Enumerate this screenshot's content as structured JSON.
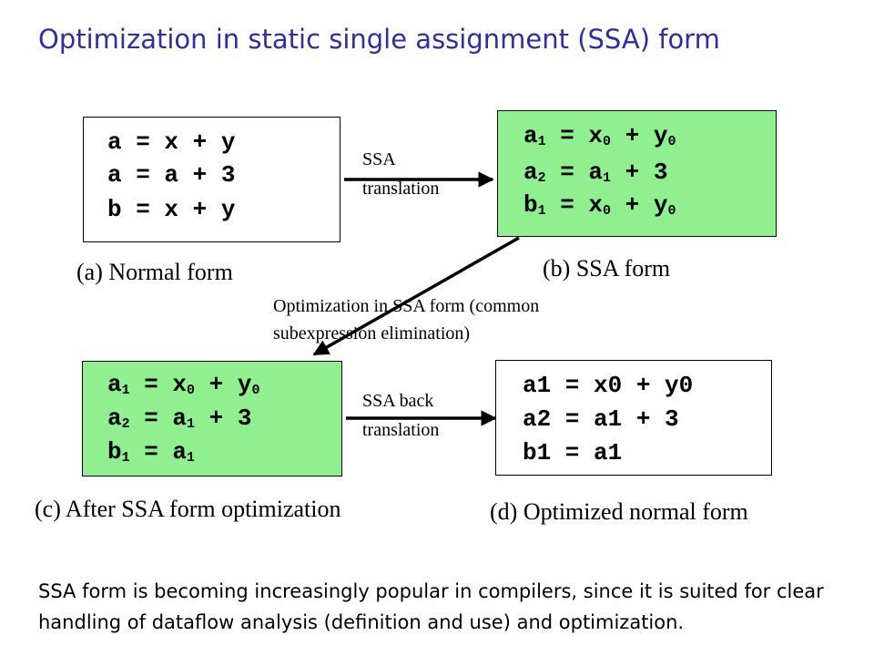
{
  "title": "Optimization in static single assignment (SSA) form",
  "boxes": {
    "a": {
      "caption": "(a) Normal form",
      "lines": [
        "a = x + y",
        "a = a + 3",
        "b = x + y"
      ]
    },
    "b": {
      "caption": "(b) SSA form",
      "lines": [
        [
          {
            "t": "a"
          },
          {
            "s": "1"
          },
          {
            "t": " = x"
          },
          {
            "s": "0"
          },
          {
            "t": " + y"
          },
          {
            "s": "0"
          }
        ],
        [
          {
            "t": "a"
          },
          {
            "s": "2"
          },
          {
            "t": " = a"
          },
          {
            "s": "1"
          },
          {
            "t": " + 3"
          }
        ],
        [
          {
            "t": "b"
          },
          {
            "s": "1"
          },
          {
            "t": " = x"
          },
          {
            "s": "0"
          },
          {
            "t": " + y"
          },
          {
            "s": "0"
          }
        ]
      ]
    },
    "c": {
      "caption": "(c) After SSA form optimization",
      "lines": [
        [
          {
            "t": "a"
          },
          {
            "s": "1"
          },
          {
            "t": " = x"
          },
          {
            "s": "0"
          },
          {
            "t": " + y"
          },
          {
            "s": "0"
          }
        ],
        [
          {
            "t": "a"
          },
          {
            "s": "2"
          },
          {
            "t": " = a"
          },
          {
            "s": "1"
          },
          {
            "t": " + 3"
          }
        ],
        [
          {
            "t": "b"
          },
          {
            "s": "1"
          },
          {
            "t": " = a"
          },
          {
            "s": "1"
          }
        ]
      ]
    },
    "d": {
      "caption": "(d) Optimized normal form",
      "lines": [
        "a1 = x0 + y0",
        "a2 = a1 + 3",
        "b1 = a1"
      ]
    }
  },
  "arrows": {
    "ssa_translation": [
      "SSA",
      "translation"
    ],
    "optimization": [
      "Optimization in SSA form (common",
      "subexpression elimination)"
    ],
    "back_translation": [
      "SSA back",
      "translation"
    ]
  },
  "footer": "SSA form is becoming increasingly popular in compilers, since it is suited for clear handling of dataflow analysis (definition and use) and optimization.",
  "colors": {
    "title": "#2f2f9e",
    "ssa_box_fill": "#90f090"
  }
}
